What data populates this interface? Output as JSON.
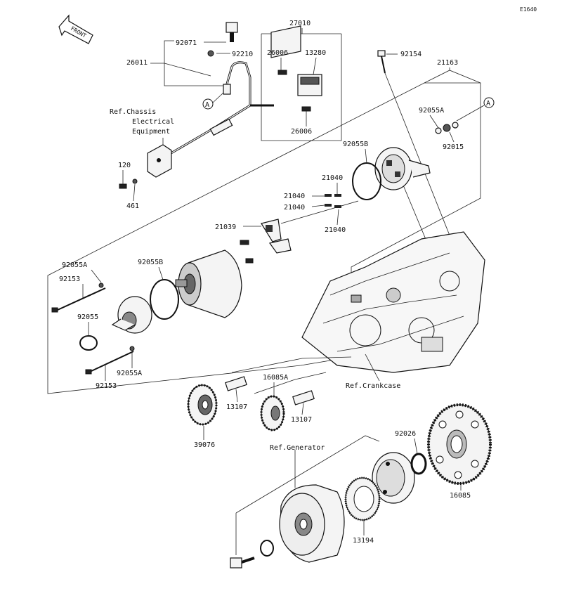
{
  "diagram": {
    "code": "E1640",
    "front_arrow_label": "FRONT",
    "ref_labels": {
      "chassis_1": "Ref.Chassis",
      "chassis_2": "Electrical",
      "chassis_3": "Equipment",
      "crankcase": "Ref.Crankcase",
      "generator": "Ref.Generator"
    },
    "callout_letter": "A",
    "parts": {
      "p27010": "27010",
      "p92071": "92071",
      "p92210": "92210",
      "p26011": "26011",
      "p26006a": "26006",
      "p13280": "13280",
      "p26006b": "26006",
      "p92154": "92154",
      "p21163": "21163",
      "p92055A_top": "92055A",
      "p92015": "92015",
      "p120": "120",
      "p461": "461",
      "p92055B_top": "92055B",
      "p21040_a": "21040",
      "p21040_b": "21040",
      "p21040_c": "21040",
      "p21040_d": "21040",
      "p21039": "21039",
      "p92055A_left": "92055A",
      "p92055B_left": "92055B",
      "p92153_top": "92153",
      "p92055": "92055",
      "p92055A_bottom": "92055A",
      "p92153_bottom": "92153",
      "p16085A": "16085A",
      "p13107_a": "13107",
      "p13107_b": "13107",
      "p39076": "39076",
      "p92026": "92026",
      "p16085": "16085",
      "p13194": "13194"
    }
  }
}
